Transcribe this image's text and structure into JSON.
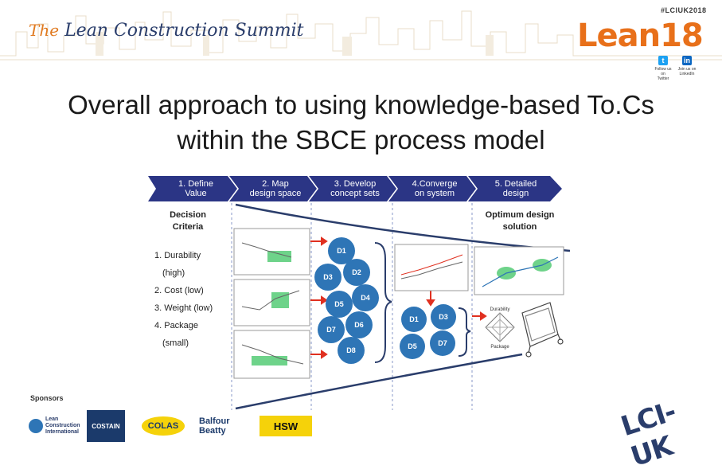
{
  "header": {
    "brand_the": "The",
    "brand_name": "Lean Construction Summit",
    "hashtag": "#LCIUK2018",
    "logo": "Lean18",
    "social": [
      {
        "icon": "twitter-icon",
        "color": "#1da1f2",
        "glyph": "t",
        "label1": "Follow us on",
        "label2": "Twitter"
      },
      {
        "icon": "linkedin-icon",
        "color": "#0a66c2",
        "glyph": "in",
        "label1": "Join us on",
        "label2": "LinkedIn"
      }
    ]
  },
  "slide": {
    "title_line1": "Overall approach to using knowledge-based To.Cs",
    "title_line2": "within the SBCE process model"
  },
  "diagram": {
    "stages": [
      {
        "line1": "1. Define",
        "line2": "Value"
      },
      {
        "line1": "2. Map",
        "line2": "design space"
      },
      {
        "line1": "3. Develop",
        "line2": "concept sets"
      },
      {
        "line1": "4.Converge",
        "line2": "on system"
      },
      {
        "line1": "5. Detailed",
        "line2": "design"
      }
    ],
    "criteria_title1": "Decision",
    "criteria_title2": "Criteria",
    "criteria": [
      "1. Durability",
      "(high)",
      "2. Cost (low)",
      "3. Weight (low)",
      "4. Package",
      "(small)"
    ],
    "concepts_initial": [
      "D1",
      "D2",
      "D3",
      "D4",
      "D5",
      "D6",
      "D7",
      "D8"
    ],
    "concepts_converged": [
      "D1",
      "D3",
      "D5",
      "D7"
    ],
    "optimum_title1": "Optimum design",
    "optimum_title2": "solution",
    "radar_labels": [
      "Durability",
      "Package"
    ],
    "colors": {
      "chevron": "#2b3585",
      "bubble": "#2e75b6",
      "arrow": "#e03020",
      "line": "#2a3d6b",
      "feasible": "#6ed38a"
    }
  },
  "sponsors": {
    "label": "Sponsors",
    "items": [
      {
        "name": "Lean Construction International"
      },
      {
        "name": "COSTAIN"
      },
      {
        "name": "COLAS"
      },
      {
        "name": "Balfour Beatty"
      },
      {
        "name": "HSW"
      }
    ]
  },
  "footer_logo": "LCI-UK"
}
